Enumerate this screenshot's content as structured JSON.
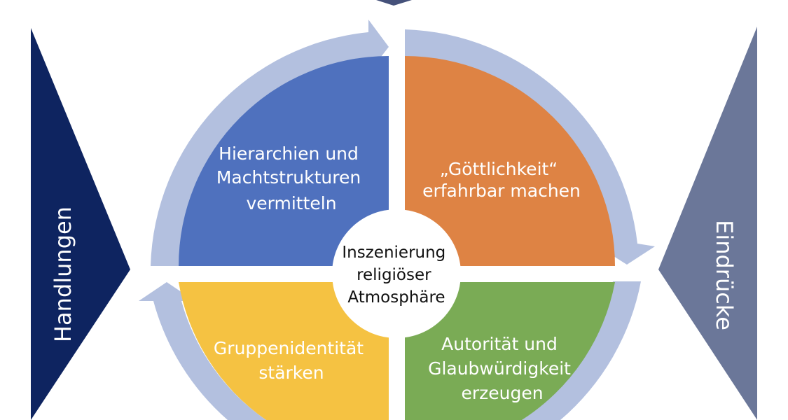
{
  "center": {
    "lines": [
      "Inszenierung",
      "religiöser",
      "Atmosphäre"
    ]
  },
  "quadrants": {
    "top_left": {
      "lines": [
        "Hierarchien und",
        "Machtstrukturen",
        "vermitteln"
      ]
    },
    "top_right": {
      "lines": [
        "„Göttlichkeit“",
        "erfahrbar machen"
      ]
    },
    "bottom_left": {
      "lines": [
        "Gruppenidentität",
        "stärken"
      ]
    },
    "bottom_right": {
      "lines": [
        "Autorität und",
        "Glaubwürdigkeit",
        "erzeugen"
      ]
    }
  },
  "sides": {
    "left": {
      "label": "Handlungen"
    },
    "right": {
      "label": "Eindrücke"
    }
  },
  "colors": {
    "top_left": "#4F71BE",
    "top_right": "#DE8344",
    "bottom_left": "#F5C242",
    "bottom_right": "#7AAB55",
    "ring_arrows": "#B3C0DF",
    "left_arrow": "#0E2460",
    "right_arrow": "#6B7799",
    "top_arrow": "#45517A",
    "center_circle": "#FFFFFF"
  }
}
